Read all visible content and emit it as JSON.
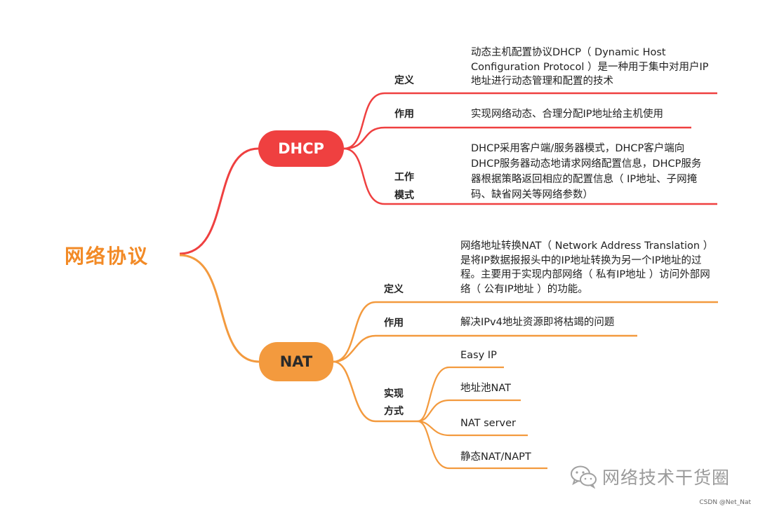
{
  "colors": {
    "dhcp": "#ef4040",
    "nat": "#f39a3e",
    "root": "#f28a26"
  },
  "root": {
    "label": "网络协议"
  },
  "dhcp": {
    "label": "DHCP",
    "branches": [
      {
        "category": "定义",
        "text": "动态主机配置协议DHCP（ Dynamic Host Configuration Protocol ）是一种用于集中对用户IP地址进行动态管理和配置的技术"
      },
      {
        "category": "作用",
        "text": "实现网络动态、合理分配IP地址给主机使用"
      },
      {
        "category": "工作模式",
        "text": "DHCP采用客户端/服务器模式，DHCP客户端向DHCP服务器动态地请求网络配置信息，DHCP服务器根据策略返回相应的配置信息（ IP地址、子网掩码、缺省网关等网络参数）"
      }
    ]
  },
  "nat": {
    "label": "NAT",
    "branches": [
      {
        "category": "定义",
        "text": "网络地址转换NAT（ Network Address Translation ）是将IP数据报报头中的IP地址转换为另一个IP地址的过程。主要用于实现内部网络（ 私有IP地址 ）访问外部网络（ 公有IP地址 ）的功能。"
      },
      {
        "category": "作用",
        "text": "解决IPv4地址资源即将枯竭的问题"
      },
      {
        "category": "实现方式",
        "items": [
          "Easy IP",
          "地址池NAT",
          "NAT server",
          "静态NAT/NAPT"
        ]
      }
    ]
  },
  "watermark": {
    "text": "网络技术干货圈",
    "icon": "wechat-icon"
  },
  "credit": "CSDN @Net_Nat"
}
